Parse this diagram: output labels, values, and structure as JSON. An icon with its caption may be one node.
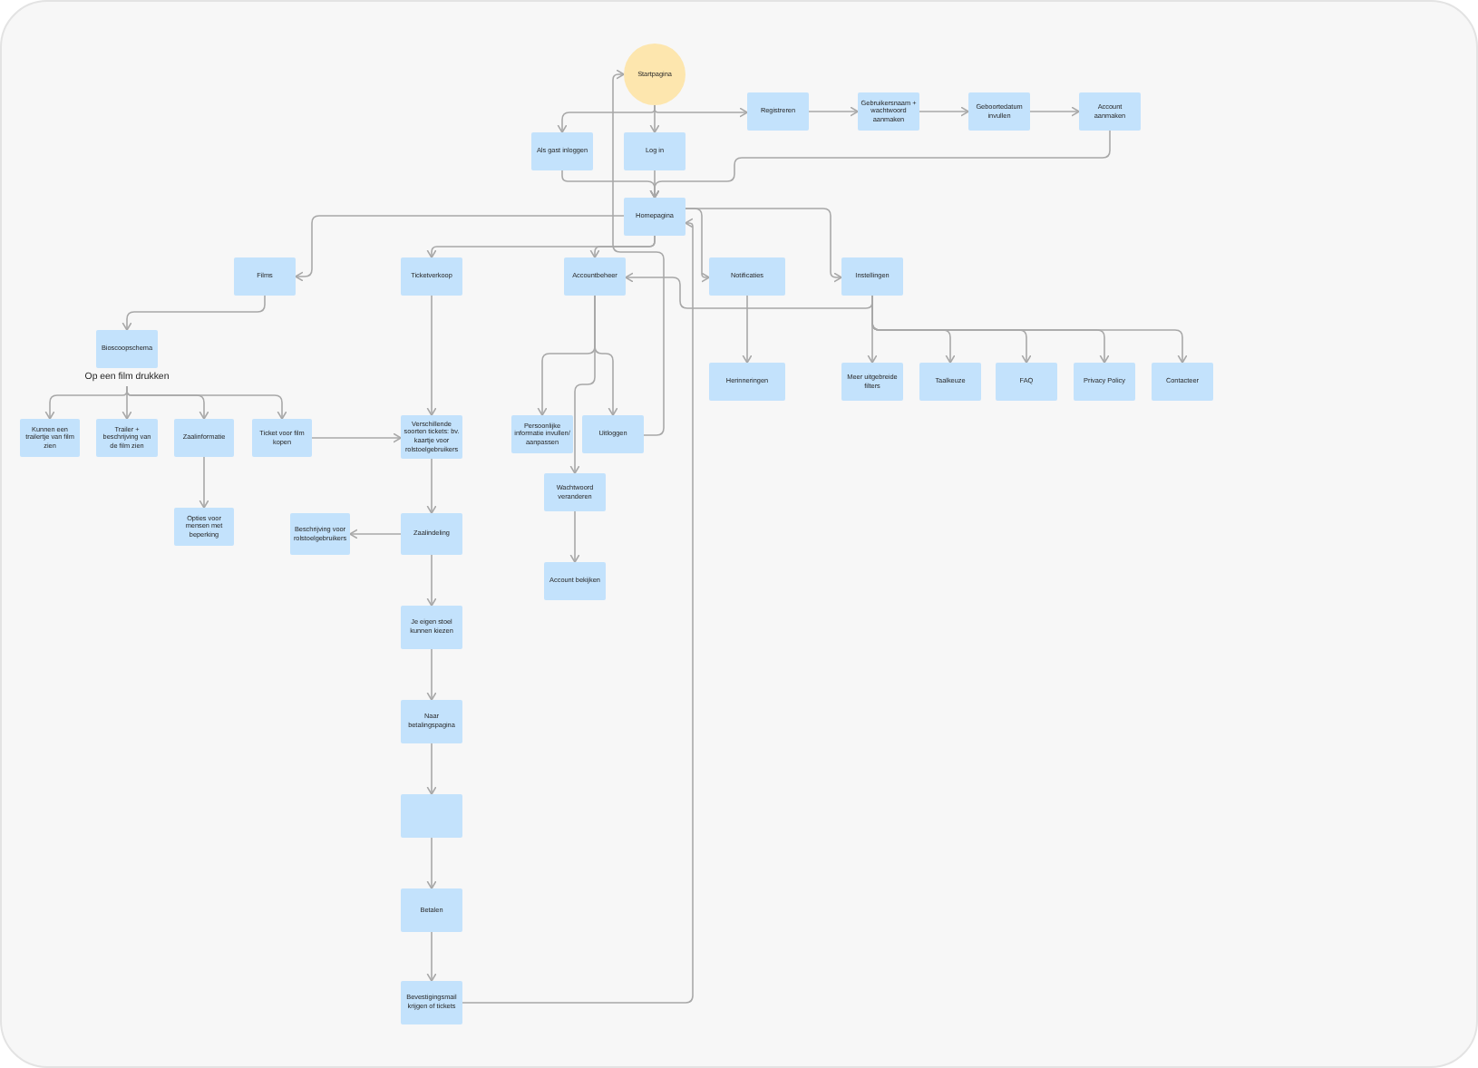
{
  "diagram": {
    "nodes": [
      {
        "text": [
          "Startpagina"
        ]
      },
      {
        "text": [
          "Registreren"
        ]
      },
      {
        "text": [
          "Gebruikersnaam + wachtwoord aanmaken"
        ]
      },
      {
        "text": [
          "Geboortedatum invullen"
        ]
      },
      {
        "text": [
          "Account aanmaken"
        ]
      },
      {
        "text": [
          "Als gast inloggen"
        ]
      },
      {
        "text": [
          "Log in"
        ]
      },
      {
        "text": [
          "Homepagina"
        ]
      },
      {
        "text": [
          "Films"
        ]
      },
      {
        "text": [
          "Ticketverkoop"
        ]
      },
      {
        "text": [
          "Accountbeheer"
        ]
      },
      {
        "text": [
          "Notificaties"
        ]
      },
      {
        "text": [
          "Instellingen"
        ]
      },
      {
        "text": [
          "Bioscoopschema"
        ]
      },
      {
        "text": [
          "Op een film drukken"
        ]
      },
      {
        "text": [
          "Kunnen een trailertje van film zien"
        ]
      },
      {
        "text": [
          "Trailer + beschrijving van de film zien"
        ]
      },
      {
        "text": [
          "Zaalinformatie"
        ]
      },
      {
        "text": [
          "Ticket voor film kopen"
        ]
      },
      {
        "text": [
          "Verschillende soorten tickets: bv. kaartje voor rolstoelgebruikers"
        ]
      },
      {
        "text": [
          "Persoonlijke informatie invullen/ aanpassen"
        ]
      },
      {
        "text": [
          "Uitloggen"
        ]
      },
      {
        "text": [
          "Herinneringen"
        ]
      },
      {
        "text": [
          "Meer uitgebreide filters"
        ]
      },
      {
        "text": [
          "Taalkeuze"
        ]
      },
      {
        "text": [
          "FAQ"
        ]
      },
      {
        "text": [
          "Privacy Policy"
        ]
      },
      {
        "text": [
          "Contacteer"
        ]
      },
      {
        "text": [
          "Opties voor mensen met beperking"
        ]
      },
      {
        "text": [
          "Beschrijving voor rolstoelgebruikers"
        ]
      },
      {
        "text": [
          "Zaalindeling"
        ]
      },
      {
        "text": [
          "Wachtwoord veranderen"
        ]
      },
      {
        "text": [
          "Account bekijken"
        ]
      },
      {
        "text": [
          "Je eigen stoel kunnen kiezen"
        ]
      },
      {
        "text": [
          "Naar betalingspagina"
        ]
      },
      {
        "text": [],
        "shape": "box"
      },
      {
        "text": [
          "Betalen"
        ]
      },
      {
        "text": [
          "Bevestigingsmail krijgen of tickets"
        ]
      }
    ],
    "edges": [
      {
        "from": 0,
        "to": 5,
        "arrow": "to"
      },
      {
        "from": 0,
        "to": 6,
        "arrow": "to"
      },
      {
        "from": 0,
        "to": 1,
        "arrow": "to"
      },
      {
        "from": 1,
        "to": 2,
        "arrow": "to"
      },
      {
        "from": 2,
        "to": 3,
        "arrow": "to"
      },
      {
        "from": 3,
        "to": 4,
        "arrow": "to"
      },
      {
        "from": 4,
        "to": 7,
        "arrow": "to"
      },
      {
        "from": 5,
        "to": 7,
        "arrow": "to"
      },
      {
        "from": 6,
        "to": 7,
        "arrow": "to"
      },
      {
        "from": 21,
        "to": 0,
        "arrow": "to"
      },
      {
        "from": 7,
        "to": 8,
        "arrow": "to"
      },
      {
        "from": 7,
        "to": 9,
        "arrow": "to"
      },
      {
        "from": 7,
        "to": 10,
        "arrow": "to"
      },
      {
        "from": 7,
        "to": 11,
        "arrow": "to"
      },
      {
        "from": 7,
        "to": 12,
        "arrow": "to"
      },
      {
        "from": 37,
        "to": 7,
        "arrow": "to"
      },
      {
        "from": 12,
        "to": 10,
        "arrow": "to"
      },
      {
        "from": 8,
        "to": 13,
        "arrow": "to"
      },
      {
        "from": 14,
        "to": 15,
        "arrow": "to"
      },
      {
        "from": 14,
        "to": 16,
        "arrow": "to"
      },
      {
        "from": 14,
        "to": 17,
        "arrow": "to"
      },
      {
        "from": 14,
        "to": 18,
        "arrow": "to"
      },
      {
        "from": 17,
        "to": 28,
        "arrow": "to"
      },
      {
        "from": 18,
        "to": 19,
        "arrow": "to"
      },
      {
        "from": 9,
        "to": 19,
        "arrow": "to"
      },
      {
        "from": 19,
        "to": 30,
        "arrow": "to"
      },
      {
        "from": 30,
        "to": 29,
        "arrow": "to"
      },
      {
        "from": 30,
        "to": 33,
        "arrow": "to"
      },
      {
        "from": 33,
        "to": 34,
        "arrow": "to"
      },
      {
        "from": 34,
        "to": 35,
        "arrow": "to"
      },
      {
        "from": 35,
        "to": 36,
        "arrow": "to"
      },
      {
        "from": 36,
        "to": 37,
        "arrow": "to"
      },
      {
        "from": 10,
        "to": 20,
        "arrow": "to"
      },
      {
        "from": 10,
        "to": 21,
        "arrow": "to"
      },
      {
        "from": 10,
        "to": 31,
        "arrow": "to"
      },
      {
        "from": 31,
        "to": 32,
        "arrow": "to"
      },
      {
        "from": 11,
        "to": 22,
        "arrow": "to"
      },
      {
        "from": 12,
        "to": 23,
        "arrow": "to"
      },
      {
        "from": 12,
        "to": 24,
        "arrow": "to"
      },
      {
        "from": 12,
        "to": 25,
        "arrow": "to"
      },
      {
        "from": 12,
        "to": 26,
        "arrow": "to"
      },
      {
        "from": 12,
        "to": 27,
        "arrow": "to"
      }
    ]
  }
}
